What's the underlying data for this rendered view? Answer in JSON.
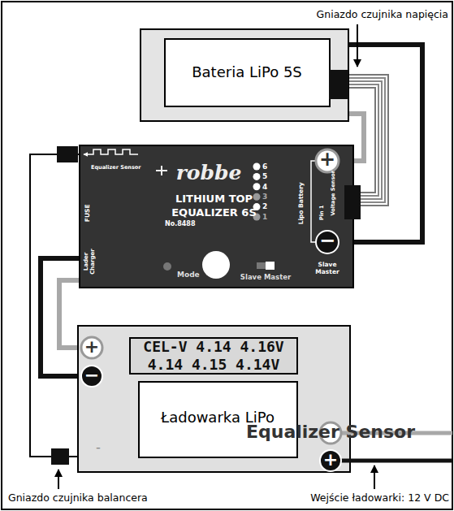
{
  "diagram": {
    "nodes": [
      {
        "text": [
          "Bateria LiPo 5S"
        ]
      },
      {
        "text": [
          "LITHIUM TOP EQUALIZER 6S",
          "No.8488"
        ]
      },
      {
        "text": [
          "Ładowarka LiPo"
        ]
      }
    ],
    "edges": [
      {
        "from": 0,
        "to": 1,
        "arrow": "none"
      },
      {
        "from": 0,
        "to": 1,
        "arrow": "none"
      },
      {
        "from": 0,
        "to": 1,
        "arrow": "none"
      },
      {
        "from": 1,
        "to": 2,
        "arrow": "none"
      },
      {
        "from": 1,
        "to": 2,
        "arrow": "none"
      },
      {
        "from": 1,
        "to": 2,
        "arrow": "none"
      }
    ],
    "labels": [
      "Gniazdo czujnika napięcia",
      "robbe",
      "6",
      "5",
      "4",
      "3",
      "2",
      "1",
      "Equalizer Sensor",
      "FUSE",
      "Lader Charger",
      "Lipo Battery",
      "Pin 1",
      "Voltage Sensor",
      "+",
      "−",
      "Mode",
      "Slave Master",
      "Slave Master",
      "CEL-V 4.14 4.16V",
      "4.14 4.15 4.14V",
      "+",
      "−",
      "Equalizer Sensor",
      "+",
      "−",
      "Gniazdo czujnika balancera",
      "Wejście ładowarki: 12 V DC"
    ]
  }
}
